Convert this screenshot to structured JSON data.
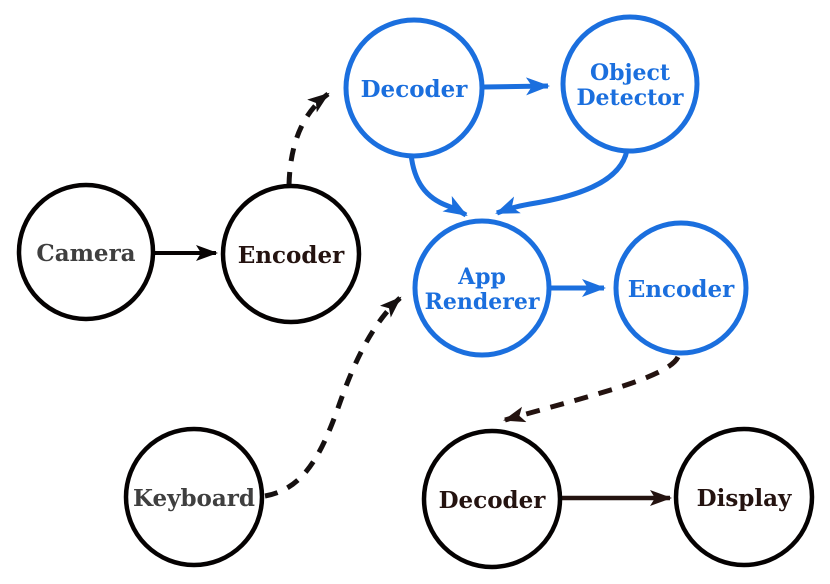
{
  "diagram": {
    "description": "Video/interaction pipeline diagram with nine circular nodes connected by solid and dashed arrows",
    "background": "#ffffff",
    "colors": {
      "blue_accent": "#1b6fde",
      "black_stroke": "#050202",
      "dark_arrow": "#241310",
      "muted_label": "#3f3f3f",
      "dark_label": "#241310"
    },
    "nodes": {
      "camera": {
        "label": "Camera"
      },
      "encoder_top": {
        "label": "Encoder"
      },
      "decoder_blue": {
        "label": "Decoder"
      },
      "object_detector": {
        "line1": "Object",
        "line2": "Detector"
      },
      "app_renderer": {
        "line1": "App",
        "line2": "Renderer"
      },
      "encoder_blue": {
        "label": "Encoder"
      },
      "keyboard": {
        "label": "Keyboard"
      },
      "decoder_bottom": {
        "label": "Decoder"
      },
      "display": {
        "label": "Display"
      }
    },
    "edges": [
      {
        "from": "Camera",
        "to": "Encoder (top)",
        "style": "solid",
        "color": "black"
      },
      {
        "from": "Encoder (top)",
        "to": "Decoder (blue)",
        "style": "dashed",
        "color": "black"
      },
      {
        "from": "Decoder (blue)",
        "to": "Object Detector",
        "style": "solid",
        "color": "blue"
      },
      {
        "from": "Decoder (blue)",
        "to": "App Renderer",
        "style": "solid",
        "color": "blue"
      },
      {
        "from": "Object Detector",
        "to": "App Renderer",
        "style": "solid",
        "color": "blue"
      },
      {
        "from": "App Renderer",
        "to": "Encoder (blue)",
        "style": "solid",
        "color": "blue"
      },
      {
        "from": "Keyboard",
        "to": "App Renderer",
        "style": "dashed",
        "color": "black"
      },
      {
        "from": "Encoder (blue)",
        "to": "Decoder (bottom)",
        "style": "dashed",
        "color": "dark"
      },
      {
        "from": "Decoder (bottom)",
        "to": "Display",
        "style": "solid",
        "color": "dark"
      }
    ]
  }
}
